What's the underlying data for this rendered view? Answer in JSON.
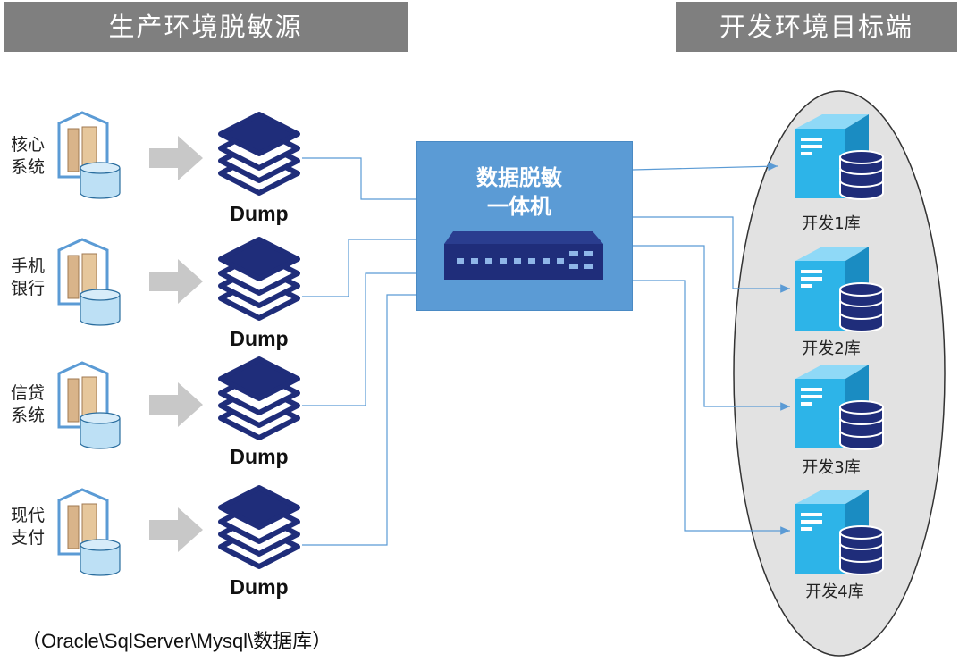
{
  "headers": {
    "source": "生产环境脱敏源",
    "target": "开发环境目标端"
  },
  "sources": [
    {
      "label": "核心\n系统",
      "dump": "Dump"
    },
    {
      "label": "手机\n银行",
      "dump": "Dump"
    },
    {
      "label": "信贷\n系统",
      "dump": "Dump"
    },
    {
      "label": "现代\n支付",
      "dump": "Dump"
    }
  ],
  "appliance": {
    "title": "数据脱敏\n一体机"
  },
  "targets": [
    "开发1库",
    "开发2库",
    "开发3库",
    "开发4库"
  ],
  "footnote": "（Oracle\\SqlServer\\Mysql\\数据库）",
  "colors": {
    "header_bg": "#7f7f7f",
    "dump_navy": "#1f2d7a",
    "appliance_blue": "#5b9bd5",
    "connector": "#5b9bd5",
    "server_cyan": "#2db4e8",
    "ellipse_fill": "#e2e2e2",
    "arrow_gray": "#c8c8c8"
  },
  "icons": {
    "source_db": "database-building-icon",
    "gray_arrow": "right-arrow-icon",
    "dump": "stacked-layers-icon",
    "appliance": "network-switch-icon",
    "target": "server-database-icon"
  }
}
